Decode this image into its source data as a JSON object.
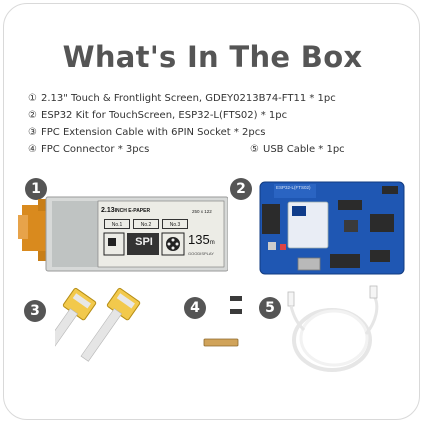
{
  "title": "What's In The Box",
  "items": [
    {
      "num": "①",
      "text": "2.13\" Touch & Frontlight Screen, GDEY0213B74-FT11 * 1pc"
    },
    {
      "num": "②",
      "text": "ESP32 Kit for TouchScreen, ESP32-L(FTS02) * 1pc"
    },
    {
      "num": "③",
      "text": "FPC Extension Cable with 6PIN Socket * 2pcs"
    },
    {
      "num": "④",
      "text": "FPC Connector * 3pcs"
    },
    {
      "num": "⑤",
      "text": "USB Cable * 1pc"
    }
  ],
  "badges": [
    "1",
    "2",
    "3",
    "4",
    "5"
  ],
  "display": {
    "header": "2.13",
    "header_sub": "INCH E-PAPER",
    "resolution": "250 x 122",
    "tabs": [
      "No.1",
      "No.2",
      "No.3"
    ],
    "box_label": "SPI",
    "number": "135",
    "unit": "m",
    "brand": "GOODISPLAY"
  },
  "board_label": "ESP32-L(FTS02)",
  "colors": {
    "badge": "#555555",
    "title": "#555555",
    "board": "#1f57b3",
    "fpc": "#d98a1e",
    "cable": "#f0f0f0"
  }
}
